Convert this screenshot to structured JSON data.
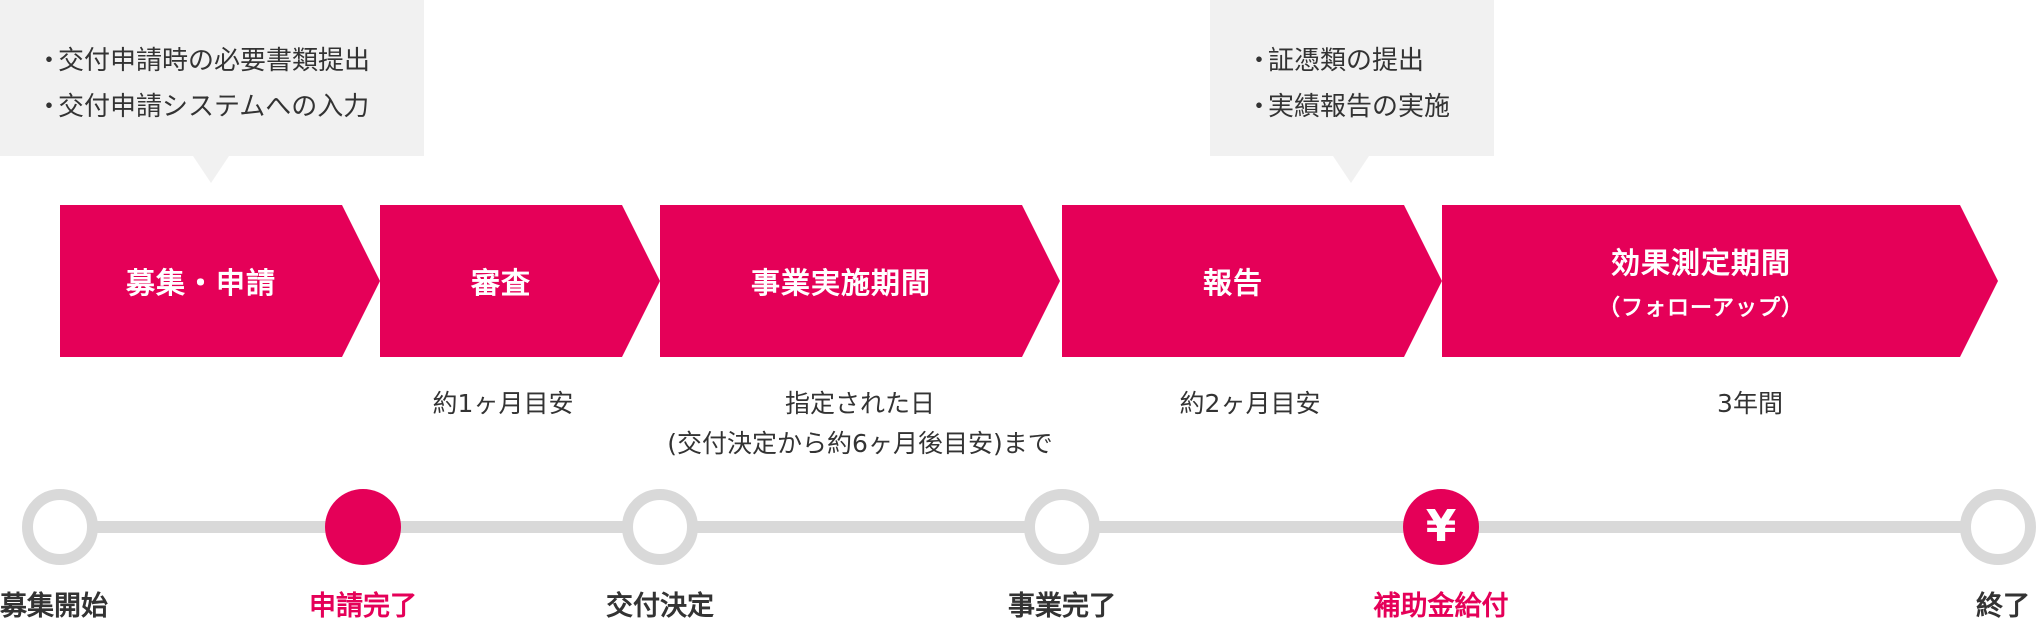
{
  "colors": {
    "accent": "#e50058",
    "callout_bg": "#f1f1f1",
    "timeline": "#d9d9d9",
    "text": "#333333"
  },
  "callouts": [
    {
      "items": [
        "交付申請時の必要書類提出",
        "交付申請システムへの入力"
      ]
    },
    {
      "items": [
        "証憑類の提出",
        "実績報告の実施"
      ]
    }
  ],
  "bullet_glyph": "・",
  "stages": [
    {
      "label": "募集・申請",
      "sub": ""
    },
    {
      "label": "審査",
      "sub": ""
    },
    {
      "label": "事業実施期間",
      "sub": ""
    },
    {
      "label": "報告",
      "sub": ""
    },
    {
      "label": "効果測定期間",
      "sub": "（フォローアップ）"
    }
  ],
  "durations": [
    {
      "line1": "約1ヶ月目安",
      "line2": ""
    },
    {
      "line1": "指定された日",
      "line2": "(交付決定から約6ヶ月後目安)まで"
    },
    {
      "line1": "約2ヶ月目安",
      "line2": ""
    },
    {
      "line1": "3年間",
      "line2": ""
    }
  ],
  "milestones": [
    {
      "label": "募集開始",
      "highlighted": false,
      "node": "empty"
    },
    {
      "label": "申請完了",
      "highlighted": true,
      "node": "filled"
    },
    {
      "label": "交付決定",
      "highlighted": false,
      "node": "empty"
    },
    {
      "label": "事業完了",
      "highlighted": false,
      "node": "empty"
    },
    {
      "label": "補助金給付",
      "highlighted": true,
      "node": "yen",
      "icon": "yen-icon",
      "symbol": "¥"
    },
    {
      "label": "終了",
      "highlighted": false,
      "node": "empty"
    }
  ]
}
